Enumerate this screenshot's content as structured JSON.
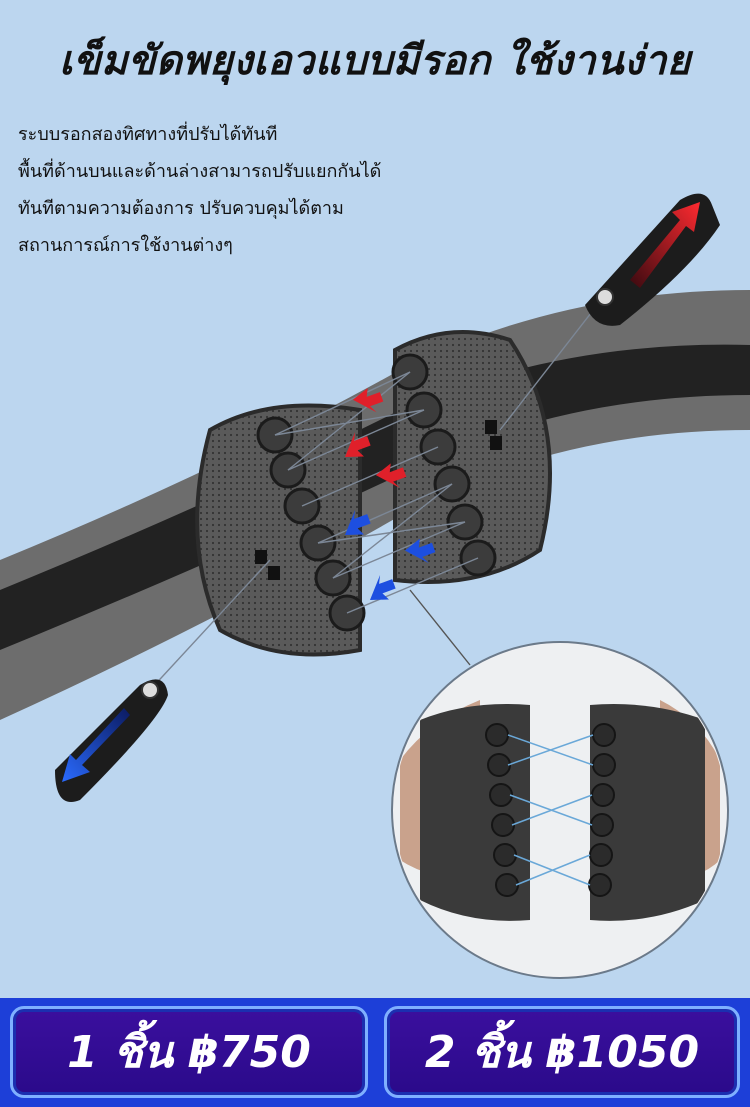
{
  "headline": "เข็มขัดพยุงเอวแบบมีรอก ใช้งานง่าย",
  "description_lines": [
    "ระบบรอกสองทิศทางที่ปรับได้ทันที",
    "พื้นที่ด้านบนและด้านล่างสามารถปรับแยกกันได้",
    "ทันทีตามความต้องการ ปรับควบคุมได้ตาม",
    "สถานการณ์การใช้งานต่างๆ"
  ],
  "prices": {
    "one_piece": "1 ชิ้น ฿750",
    "two_pieces": "2 ชิ้น ฿1050"
  },
  "colors": {
    "background": "#bcd6ef",
    "price_bar": "#1d3fd8",
    "price_box": "#2a0a8a",
    "arrow_up": "#e0202a",
    "arrow_down": "#1d4fe0"
  }
}
